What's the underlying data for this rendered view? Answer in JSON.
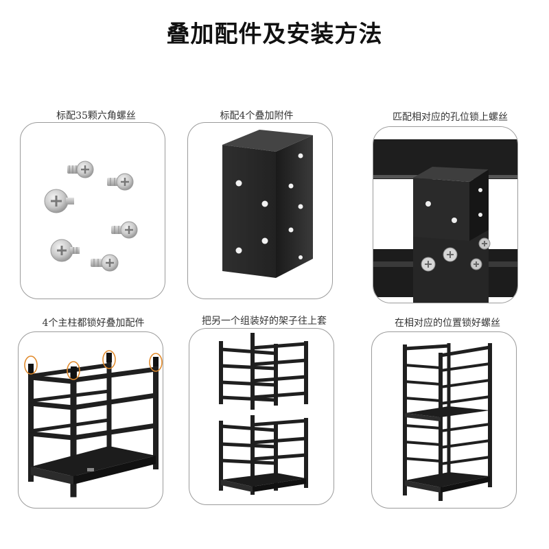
{
  "title": "叠加配件及安装方法",
  "steps": [
    {
      "caption": "标配35颗六角螺丝"
    },
    {
      "caption": "标配4个叠加附件"
    },
    {
      "caption": "匹配相对应的孔位锁上螺丝"
    },
    {
      "caption": "4个主柱都锁好叠加配件"
    },
    {
      "caption": "把另一个组装好的架子往上套"
    },
    {
      "caption": "在相对应的位置锁好螺丝"
    }
  ]
}
